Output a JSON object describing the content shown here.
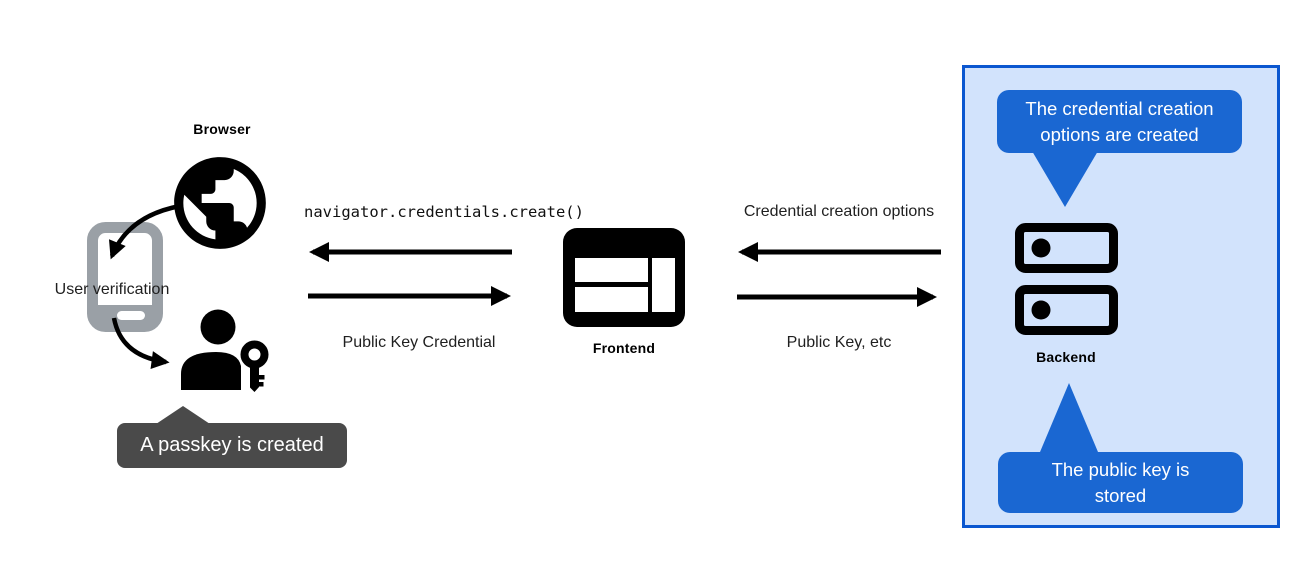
{
  "colors": {
    "ink": "#000000",
    "label": "#1f1f1f",
    "phone-gray": "#9aa0a6",
    "tooltip-bg": "#4a4a4a",
    "tooltip-text": "#ffffff",
    "callout-bg": "#1a67d2",
    "callout-text": "#ffffff",
    "panel-bg": "#d2e3fc",
    "panel-border": "#0b57d0"
  },
  "left": {
    "browser_label": "Browser",
    "user_verification": "User verification",
    "tooltip": "A passkey is created"
  },
  "frontend": {
    "label": "Frontend"
  },
  "backend": {
    "label": "Backend",
    "callout_top": "The credential creation options are created",
    "callout_bottom": "The public key is stored"
  },
  "messages": {
    "create_call": "navigator.credentials.create()",
    "public_key_credential": "Public Key Credential",
    "credential_creation_options": "Credential creation options",
    "public_key_etc": "Public Key, etc"
  },
  "icons": {
    "globe": "globe-icon",
    "smartphone": "smartphone-icon",
    "passkey": "person-key-icon",
    "frontend": "browser-window-icon",
    "backend": "server-icon"
  }
}
